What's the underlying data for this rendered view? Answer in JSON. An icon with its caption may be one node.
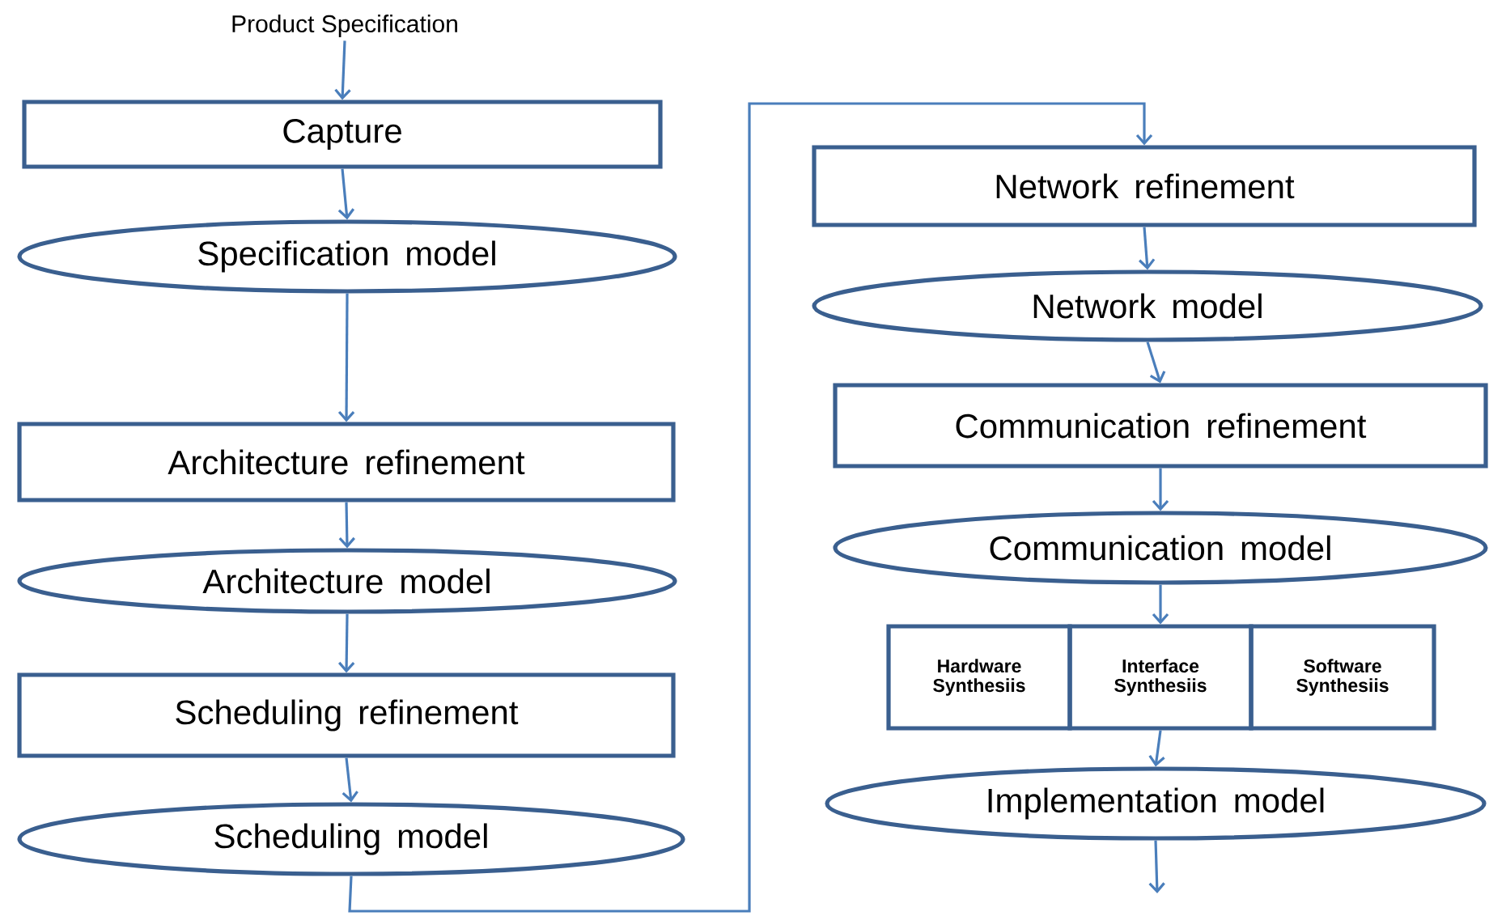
{
  "diagram": {
    "nodes": [
      {
        "text": [
          "Product Specification"
        ]
      },
      {
        "text": [
          "Capture"
        ]
      },
      {
        "text": [
          "Specification model"
        ]
      },
      {
        "text": [
          "Architecture refinement"
        ]
      },
      {
        "text": [
          "Architecture model"
        ]
      },
      {
        "text": [
          "Scheduling refinement"
        ]
      },
      {
        "text": [
          "Scheduling model"
        ]
      },
      {
        "text": [
          "Network refinement"
        ]
      },
      {
        "text": [
          "Network model"
        ]
      },
      {
        "text": [
          "Communication refinement"
        ]
      },
      {
        "text": [
          "Communication model"
        ]
      },
      {
        "text": [
          "Hardware Synthesiis"
        ]
      },
      {
        "text": [
          "Interface Synthesiis"
        ]
      },
      {
        "text": [
          "Software Synthesiis"
        ]
      },
      {
        "text": [
          "Implementation model"
        ]
      }
    ],
    "edges": [
      {
        "from": 0,
        "to": 1,
        "arrow": "to"
      },
      {
        "from": 1,
        "to": 2,
        "arrow": "to"
      },
      {
        "from": 2,
        "to": 3,
        "arrow": "to"
      },
      {
        "from": 3,
        "to": 4,
        "arrow": "to"
      },
      {
        "from": 4,
        "to": 5,
        "arrow": "to"
      },
      {
        "from": 5,
        "to": 6,
        "arrow": "to"
      },
      {
        "from": 6,
        "to": 7,
        "arrow": "to"
      },
      {
        "from": 7,
        "to": 8,
        "arrow": "to"
      },
      {
        "from": 8,
        "to": 9,
        "arrow": "to"
      },
      {
        "from": 9,
        "to": 10,
        "arrow": "to"
      },
      {
        "from": 10,
        "to": 12,
        "arrow": "to"
      },
      {
        "from": 12,
        "to": 14,
        "arrow": "to"
      },
      {
        "from": 14,
        "to": null,
        "arrow": "to"
      }
    ]
  }
}
